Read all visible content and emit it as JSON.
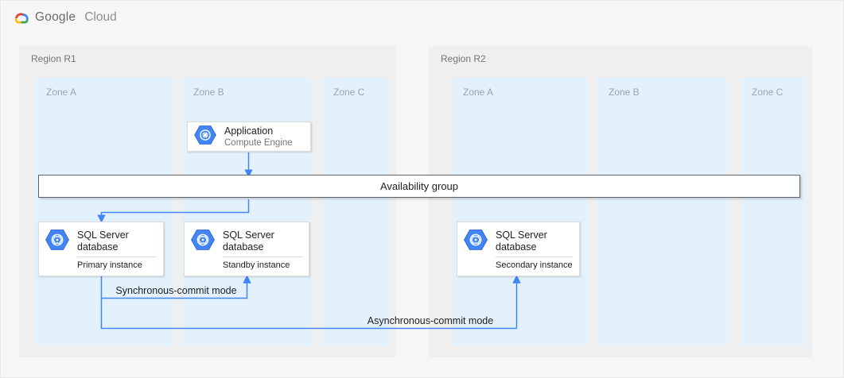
{
  "logo": {
    "brand": "Google",
    "product": "Cloud"
  },
  "colors": {
    "accent_blue": "#4285f4",
    "region_fill": "#efefef",
    "zone_fill": "#e3f1fc",
    "bar_border": "#5f6368"
  },
  "regions": [
    {
      "label": "Region R1",
      "zones": [
        {
          "label": "Zone A"
        },
        {
          "label": "Zone B"
        },
        {
          "label": "Zone C"
        }
      ]
    },
    {
      "label": "Region R2",
      "zones": [
        {
          "label": "Zone A"
        },
        {
          "label": "Zone B"
        },
        {
          "label": "Zone C"
        }
      ]
    }
  ],
  "availability_group": {
    "label": "Availability group"
  },
  "nodes": {
    "application": {
      "title": "Application",
      "subtitle": "Compute Engine",
      "icon": "compute-engine-hexagon-icon"
    },
    "primary": {
      "title": "SQL Server database",
      "instance": "Primary instance",
      "icon": "sql-server-hexagon-icon"
    },
    "standby": {
      "title": "SQL Server database",
      "instance": "Standby instance",
      "icon": "sql-server-hexagon-icon"
    },
    "secondary": {
      "title": "SQL Server database",
      "instance": "Secondary instance",
      "icon": "sql-server-hexagon-icon"
    }
  },
  "edges": {
    "sync_label": "Synchronous-commit mode",
    "async_label": "Asynchronous-commit mode"
  }
}
